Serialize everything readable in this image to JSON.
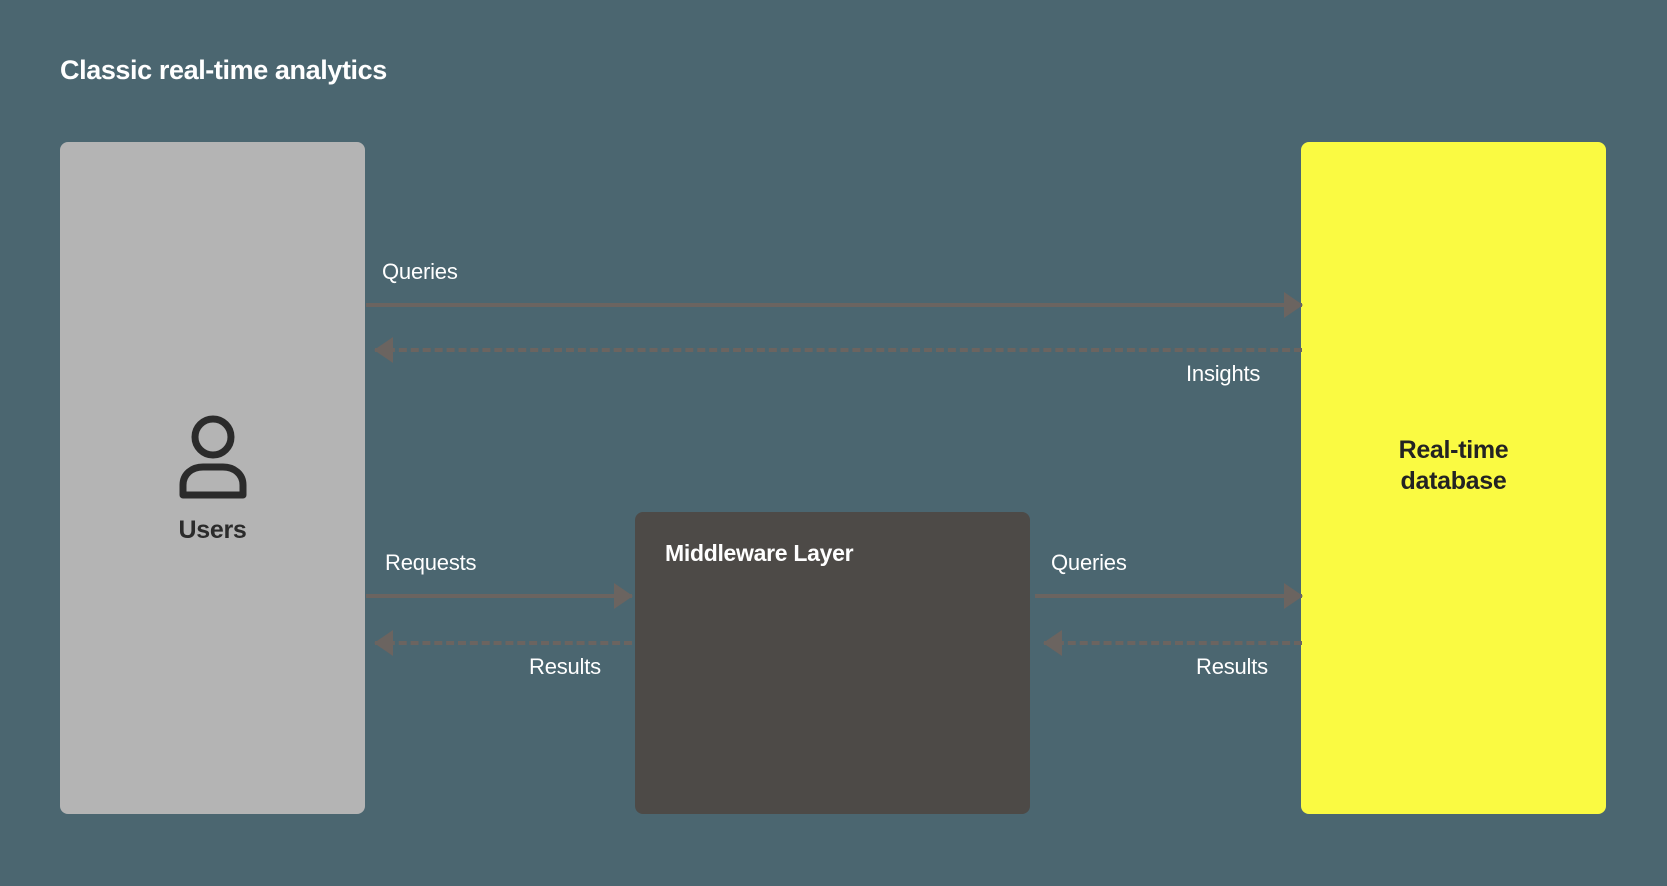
{
  "diagram": {
    "title": "Classic real-time analytics",
    "background_color": "#4b6670"
  },
  "nodes": {
    "users": {
      "label": "Users",
      "icon": "person-icon",
      "fill_color": "#b4b4b4",
      "text_color": "#2b2b2b"
    },
    "middleware": {
      "label": "Middleware Layer",
      "fill_color": "#4d4a47",
      "text_color": "#ffffff"
    },
    "database": {
      "label": "Real-time\ndatabase",
      "label_line1": "Real-time",
      "label_line2": "database",
      "fill_color": "#fafa42",
      "text_color": "#232323"
    }
  },
  "edges": {
    "queries_top": {
      "label": "Queries",
      "from": "users",
      "to": "database",
      "style": "solid",
      "direction": "right",
      "color": "#6b6460"
    },
    "insights": {
      "label": "Insights",
      "from": "database",
      "to": "users",
      "style": "dashed",
      "direction": "left",
      "color": "#6b6460"
    },
    "requests": {
      "label": "Requests",
      "from": "users",
      "to": "middleware",
      "style": "solid",
      "direction": "right",
      "color": "#6b6460"
    },
    "results_left": {
      "label": "Results",
      "from": "middleware",
      "to": "users",
      "style": "dashed",
      "direction": "left",
      "color": "#6b6460"
    },
    "queries_mid": {
      "label": "Queries",
      "from": "middleware",
      "to": "database",
      "style": "solid",
      "direction": "right",
      "color": "#6b6460"
    },
    "results_right": {
      "label": "Results",
      "from": "database",
      "to": "middleware",
      "style": "dashed",
      "direction": "left",
      "color": "#6b6460"
    }
  }
}
